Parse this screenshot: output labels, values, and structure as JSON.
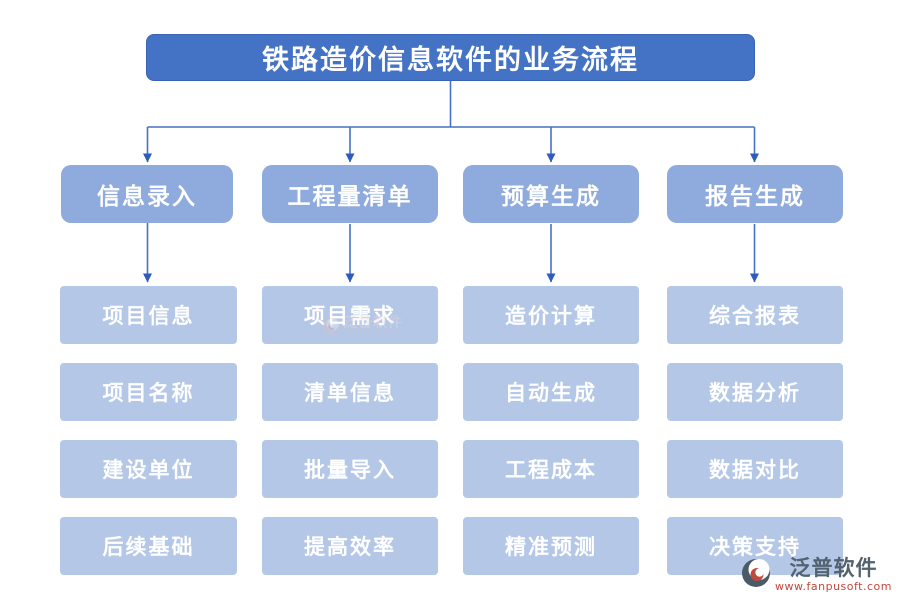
{
  "title": "铁路造价信息软件的业务流程",
  "columns": [
    {
      "header": "信息录入",
      "items": [
        "项目信息",
        "项目名称",
        "建设单位",
        "后续基础"
      ]
    },
    {
      "header": "工程量清单",
      "items": [
        "项目需求",
        "清单信息",
        "批量导入",
        "提高效率"
      ]
    },
    {
      "header": "预算生成",
      "items": [
        "造价计算",
        "自动生成",
        "工程成本",
        "精准预测"
      ]
    },
    {
      "header": "报告生成",
      "items": [
        "综合报表",
        "数据分析",
        "数据对比",
        "决策支持"
      ]
    }
  ],
  "watermark": {
    "text": "泛普软件",
    "subtext": "FANPU SOFTWARE"
  },
  "logo": {
    "name": "泛普软件",
    "url": "www.fanpusoft.com"
  },
  "colors": {
    "title_fill": "#4472c4",
    "header_fill": "#8faadc",
    "cell_fill": "#b4c7e7",
    "connector_line": "#4472c4",
    "arrowhead": "#2f5bbf",
    "logo_text": "#53626f",
    "logo_url": "#c2473c"
  }
}
